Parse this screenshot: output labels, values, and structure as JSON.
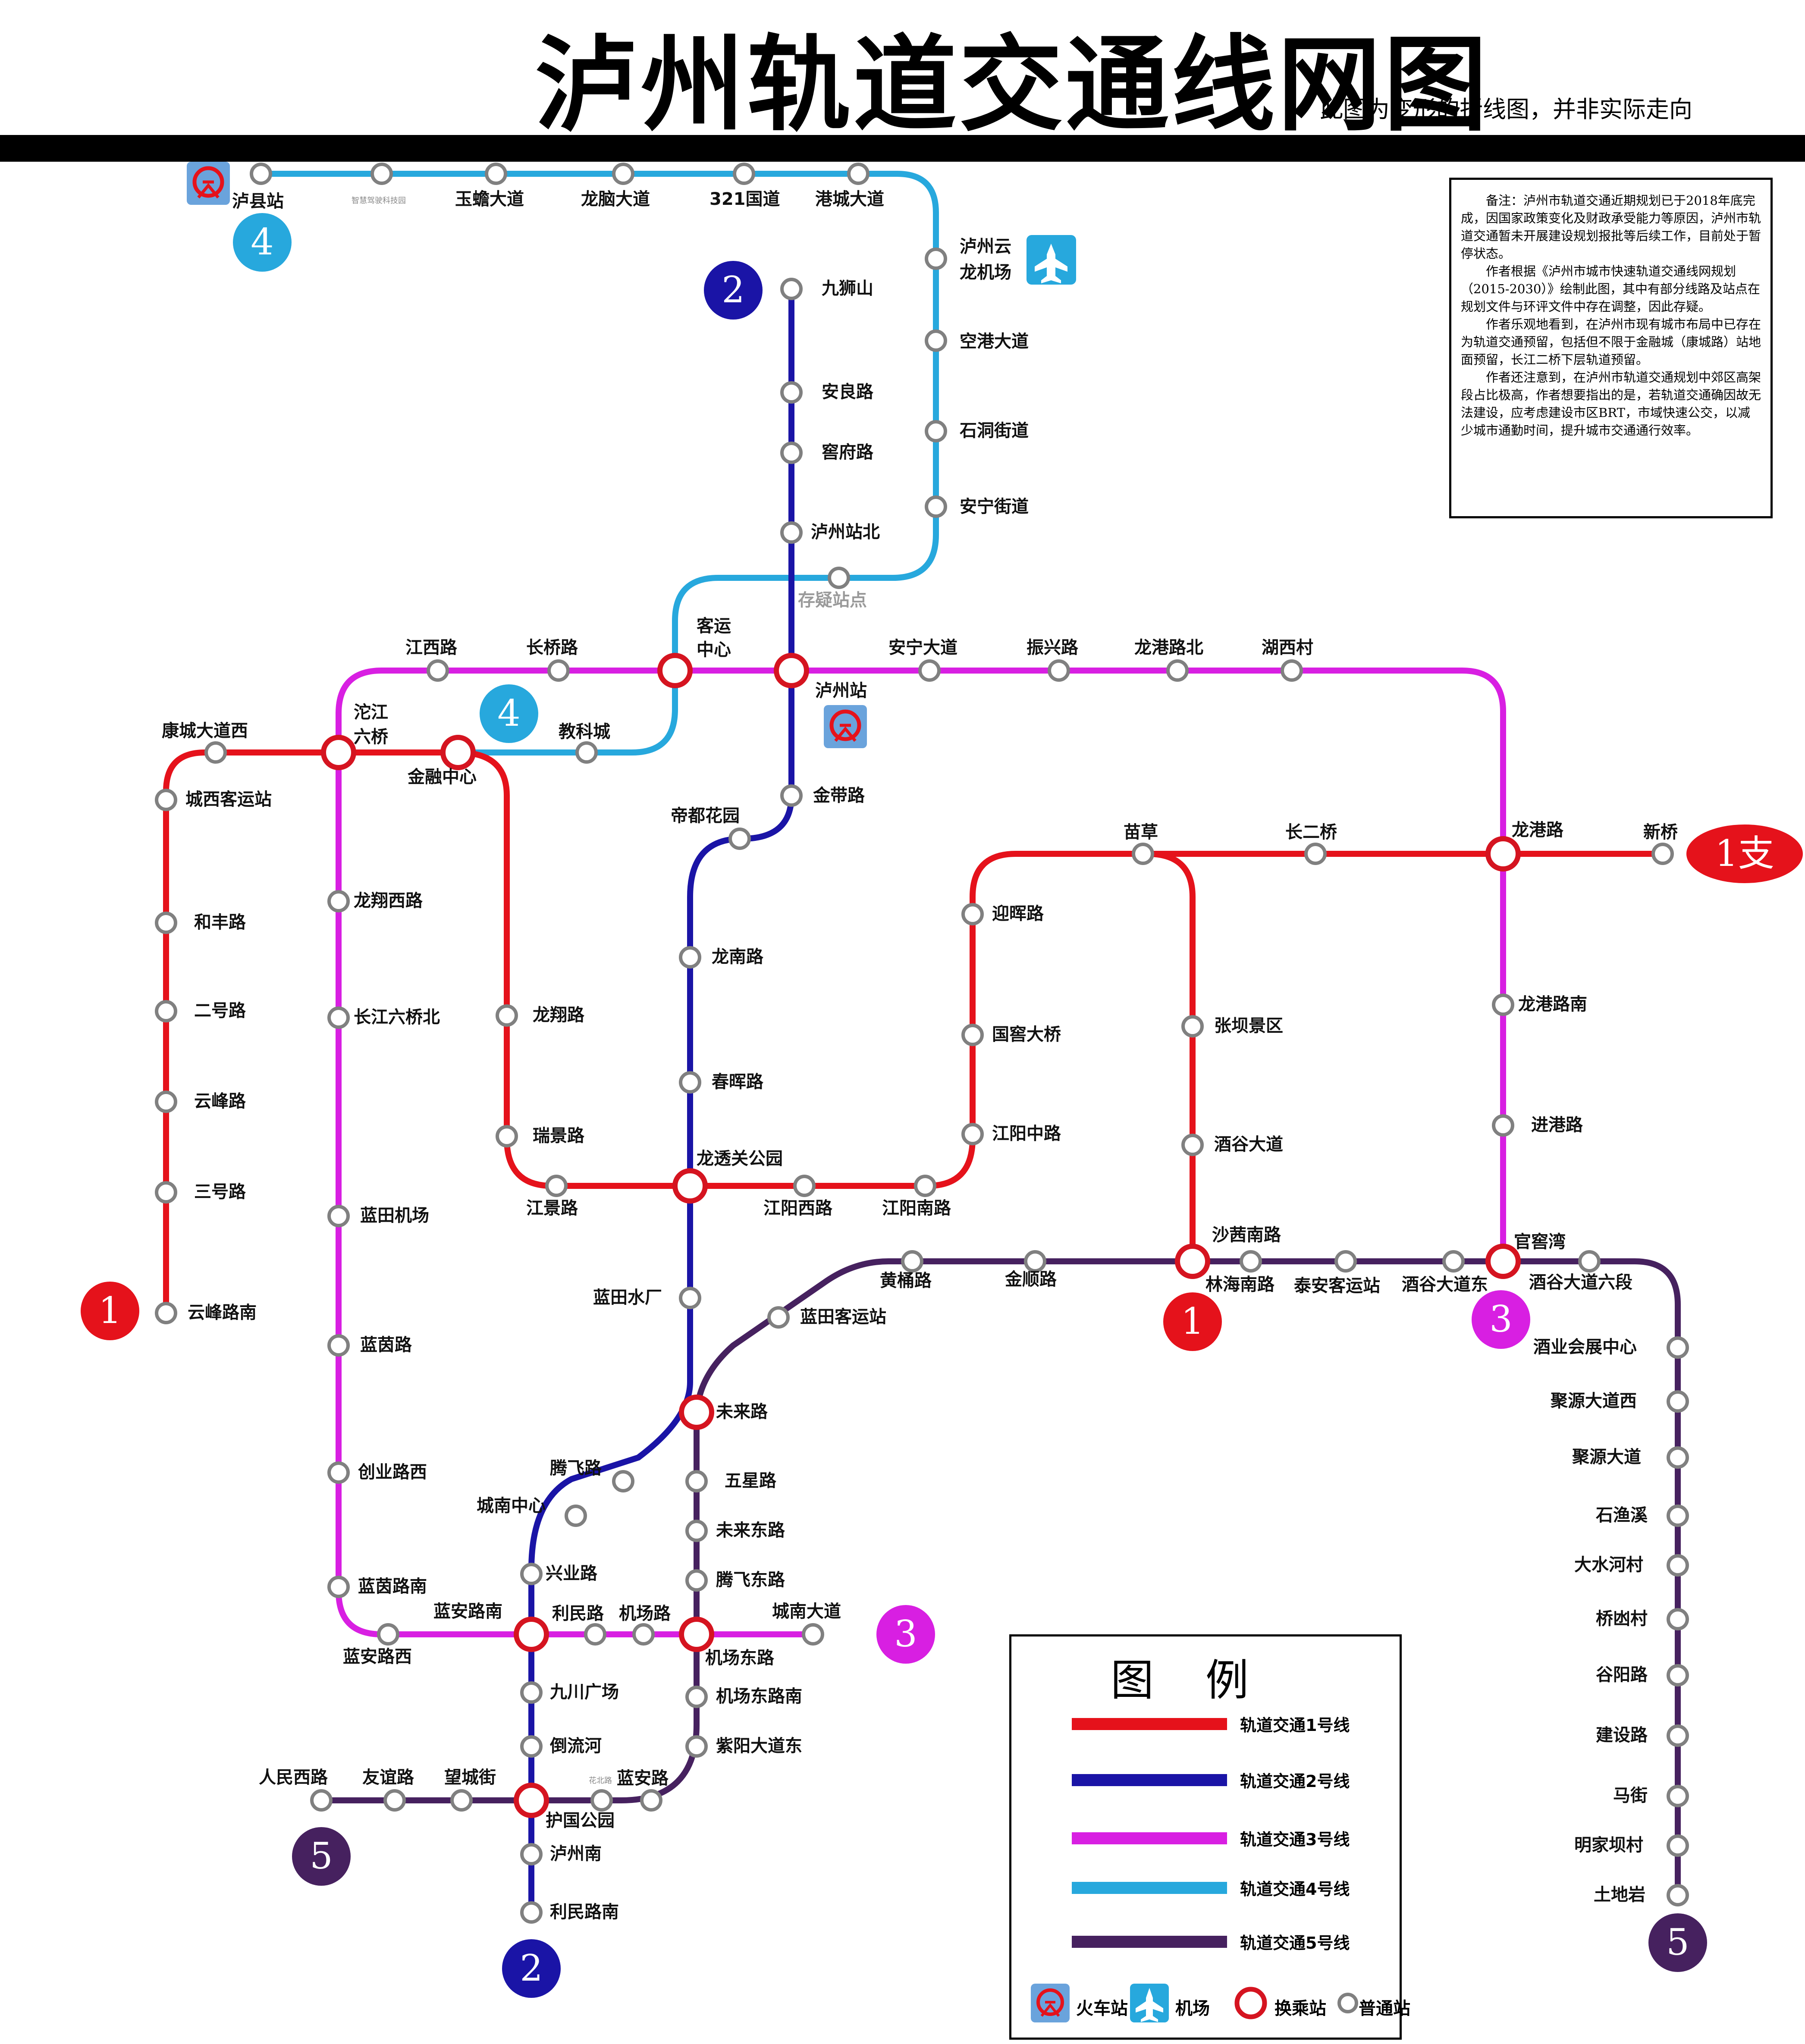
{
  "title": "泸州轨道交通线网图",
  "subtitle": "此图为变形的折线图，并非实际走向",
  "note": [
    "备注：泸州市轨道交通近期规划已于2018年底完成，因国家政策变化及财政承受能力等原因，泸州市轨道交通暂未开展建设规划报批等后续工作，目前处于暂停状态。",
    "作者根据《泸州市城市快速轨道交通线网规划（2015-2030）》绘制此图，其中有部分线路及站点在规划文件与环评文件中存在调整，因此存疑。",
    "作者乐观地看到，在泸州市现有城市布局中已存在为轨道交通预留，包括但不限于金融城（康城路）站地面预留，长江二桥下层轨道预留。",
    "作者还注意到，在泸州市轨道交通规划中郊区高架段占比极高，作者想要指出的是，若轨道交通确因故无法建设，应考虑建设市区BRT，市域快速公交，以减少城市通勤时间，提升城市交通通行效率。"
  ],
  "colors": {
    "line1": "#e5121b",
    "line2": "#1a14a6",
    "line3": "#d81fe2",
    "line4": "#27a8dd",
    "line5": "#46215f",
    "interchange": "#d51420",
    "station": "#808080",
    "icon_bg": "#6aa3dc"
  },
  "line_badges": {
    "l1a": "1",
    "l1b": "1",
    "l1branch": "1支",
    "l2a": "2",
    "l2b": "2",
    "l3a": "3",
    "l3b": "3",
    "l4a": "4",
    "l4b": "4",
    "l5a": "5",
    "l5b": "5"
  },
  "stations": {
    "luxian": "泸县站",
    "unknown_small": "智慧驾驶科技园",
    "yuchan": "玉蟾大道",
    "longnao": "龙脑大道",
    "g321": "321国道",
    "gangcheng": "港城大道",
    "airport_a": "泸州云",
    "airport_b": "龙机场",
    "konggang": "空港大道",
    "shidong": "石洞街道",
    "anning_st": "安宁街道",
    "cunyi": "存疑站点",
    "jiushi": "九狮山",
    "anliang": "安良路",
    "kufu": "窖府路",
    "luzhou_north": "泸州站北",
    "keyun_a": "客运",
    "keyun_b": "中心",
    "jiangxi": "江西路",
    "changqiao": "长桥路",
    "anning_ave": "安宁大道",
    "zhenxing": "振兴路",
    "longgang_north": "龙港路北",
    "huxi": "湖西村",
    "luzhou_station": "泸州站",
    "tuojiang_a": "沱江",
    "tuojiang_b": "六桥",
    "jiaoke": "教科城",
    "jinrong": "金融中心",
    "kangcheng_w": "康城大道西",
    "chengxi_keyun": "城西客运站",
    "hefeng": "和丰路",
    "erhao": "二号路",
    "yunfeng": "云峰路",
    "sanhao": "三号路",
    "yunfeng_s": "云峰路南",
    "jindai": "金带路",
    "didu": "帝都花园",
    "miaocao": "苗草",
    "changer": "长二桥",
    "longgang": "龙港路",
    "xinqiao": "新桥",
    "yinghui": "迎晖路",
    "guojiao": "国窖大桥",
    "jiangyang_m": "江阳中路",
    "zhangba": "张坝景区",
    "jiugu": "酒谷大道",
    "longxiang_w": "龙翔西路",
    "cj6_north": "长江六桥北",
    "longxiang": "龙翔路",
    "ruijing": "瑞景路",
    "longnan": "龙南路",
    "chunhui": "春晖路",
    "longtou": "龙透关公园",
    "jiangjing": "江景路",
    "jiangyang_w": "江阳西路",
    "jiangyang_s": "江阳南路",
    "longgang_s": "龙港路南",
    "jingang": "进港路",
    "lantian_air": "蓝田机场",
    "shaxi_s": "沙茜南路",
    "huangtong": "黄桶路",
    "jinshun": "金顺路",
    "linhai_s": "林海南路",
    "taian_keyun": "泰安客运站",
    "jiugu_e": "酒谷大道东",
    "guanjiaowan": "官窖湾",
    "jiugu_6": "酒谷大道六段",
    "lantian_water": "蓝田水厂",
    "lantian_keyun": "蓝田客运站",
    "weilai": "未来路",
    "lanyin": "蓝茵路",
    "jiuye": "酒业会展中心",
    "juyuan_w": "聚源大道西",
    "juyuan": "聚源大道",
    "tengfei": "腾飞路",
    "wuxing": "五星路",
    "shiyuxi": "石渔溪",
    "chuangye_w": "创业路西",
    "chengnan_c": "城南中心",
    "weilai_e": "未来东路",
    "dashuihe": "大水河村",
    "xingye": "兴业路",
    "tengfei_e": "腾飞东路",
    "qiaoao": "桥凼村",
    "lanyin_s": "蓝茵路南",
    "lanan_s": "蓝安路南",
    "limin": "利民路",
    "jichang": "机场路",
    "chengnan_ave": "城南大道",
    "lanan_w": "蓝安路西",
    "jichang_s": "机场东路",
    "qiyang": "谷阳路",
    "jiuchuan": "九川广场",
    "jichang_es": "机场东路南",
    "jianshe": "建设路",
    "daoliu": "倒流河",
    "ziyang_e": "紫阳大道东",
    "majie": "马街",
    "renmin_w": "人民西路",
    "youyi": "友谊路",
    "wangcheng": "望城街",
    "unknown_small2": "花北路",
    "lanan": "蓝安路",
    "huguo": "护国公园",
    "mingjiaba": "明家坝村",
    "luzhou_s": "泸州南",
    "tudiyan": "土地岩",
    "limin_s": "利民路南"
  },
  "legend": {
    "title": "图例",
    "line1": "轨道交通1号线",
    "line2": "轨道交通2号线",
    "line3": "轨道交通3号线",
    "line4": "轨道交通4号线",
    "line5": "轨道交通5号线",
    "train": "火车站",
    "airport": "机场",
    "interchange": "换乘站",
    "station": "普通站"
  }
}
